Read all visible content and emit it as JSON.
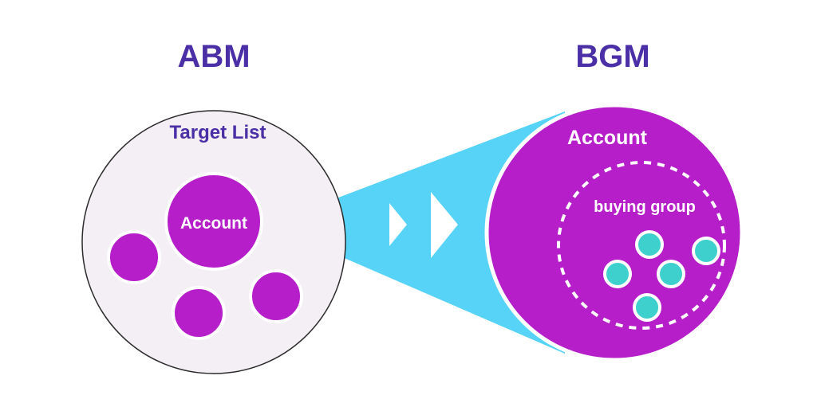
{
  "left": {
    "title": "ABM",
    "circle_label": "Target List",
    "account_label": "Account"
  },
  "right": {
    "title": "BGM",
    "account_label": "Account",
    "group_label": "buying group"
  },
  "colors": {
    "heading": "#4b2fa6",
    "magenta": "#b51ec8",
    "target_bg": "#f3eff4",
    "outline": "#2b2b2b",
    "cone": "#56d3f7",
    "teal": "#3ed0cc",
    "white": "#ffffff"
  },
  "icons": {
    "flow": "double-chevron-right-icon"
  }
}
